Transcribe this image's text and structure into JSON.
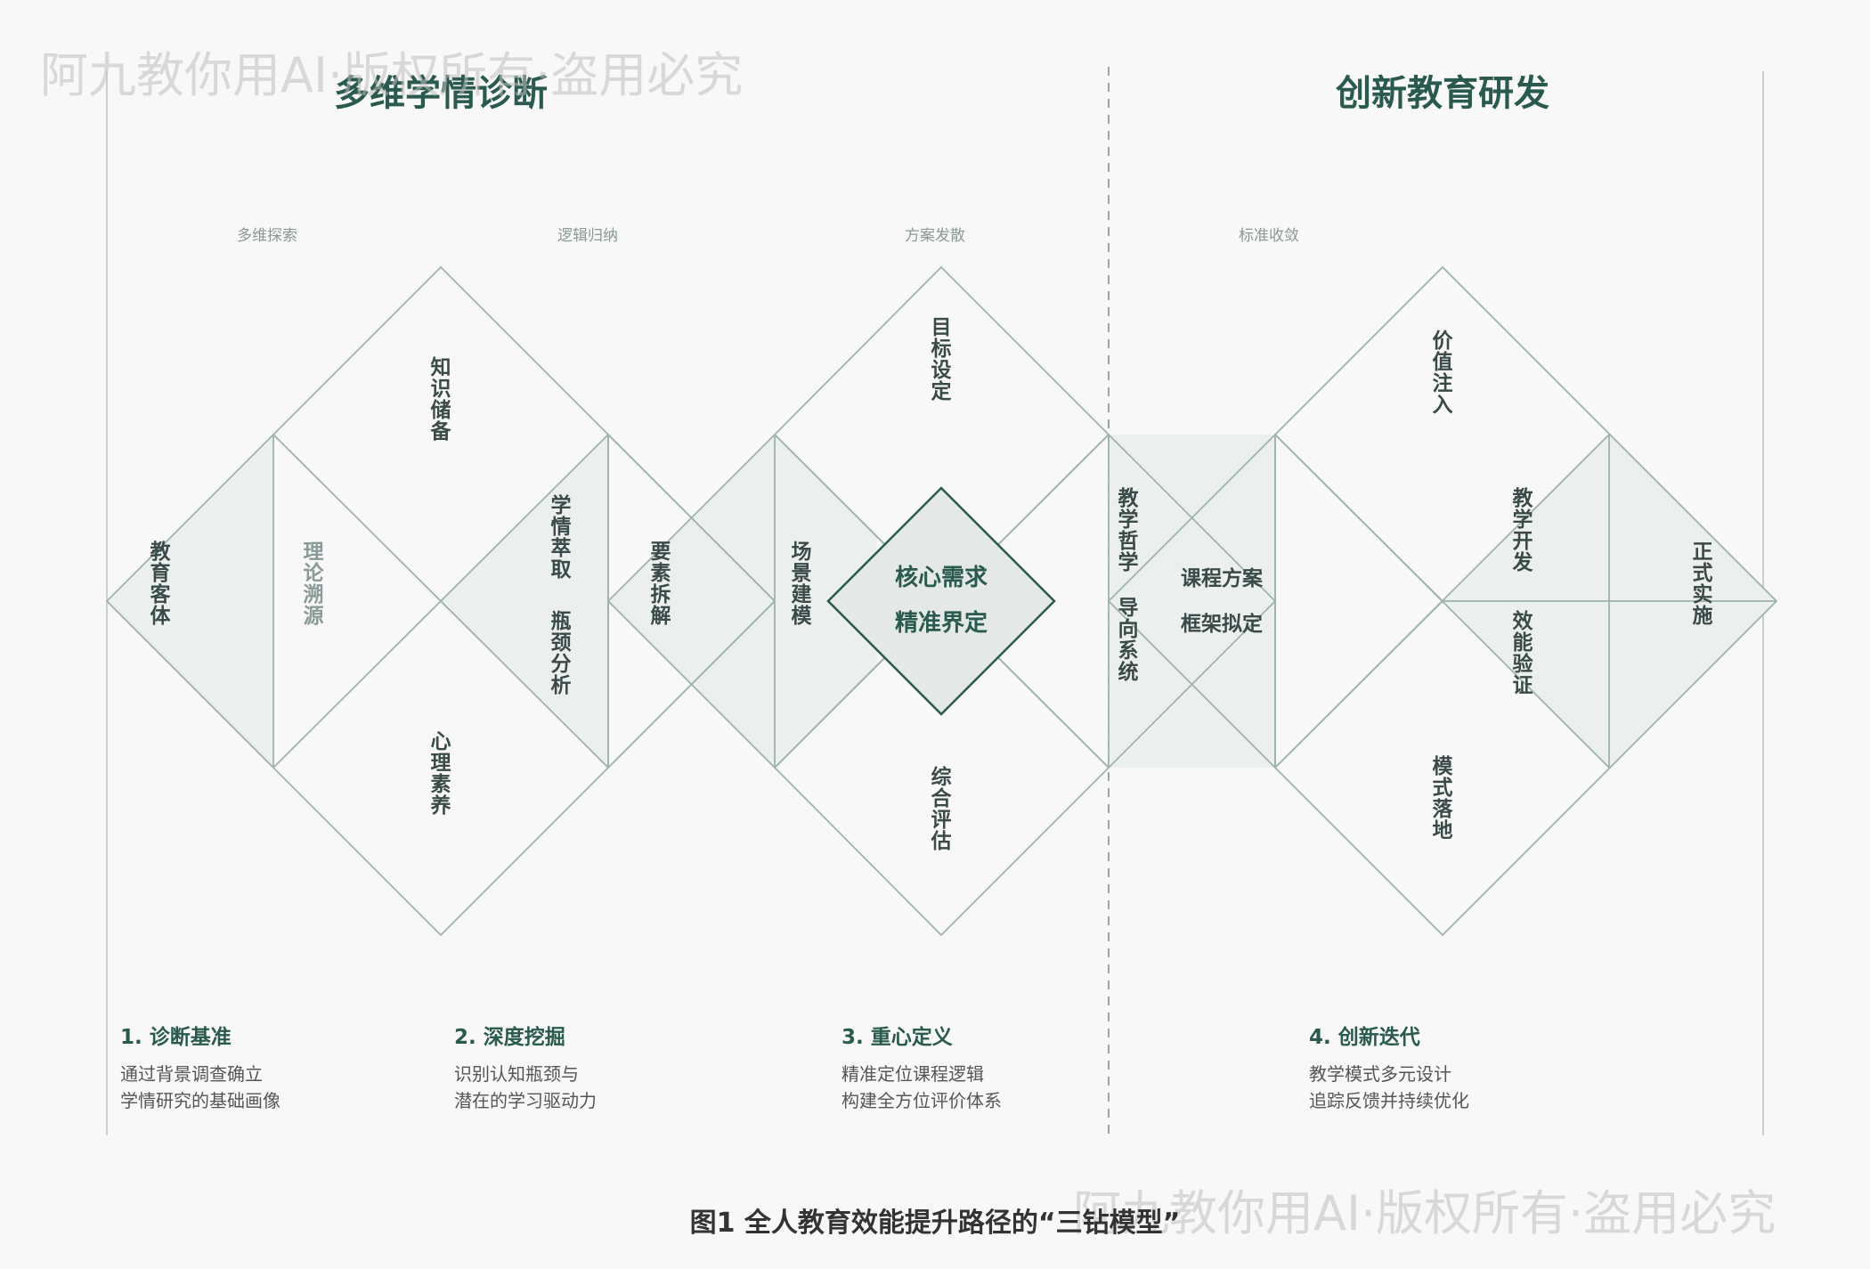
{
  "watermark": "阿九教你用AI·版权所有·盗用必究",
  "sections": {
    "left_title": "多维学情诊断",
    "right_title": "创新教育研发"
  },
  "phases": [
    "多维探索",
    "逻辑归纳",
    "方案发散",
    "标准收敛"
  ],
  "diamonds": {
    "d1": {
      "top": "知识储备",
      "left": "教育客体",
      "right": "学情萃取",
      "bottom": "心理素养",
      "inner": "理论溯源",
      "inner2": "瓶颈分析"
    },
    "d2": {
      "top": "目标设定",
      "left": "要素拆解",
      "right": "场景建模",
      "bottom": "综合评估"
    },
    "core": {
      "line1": "核心需求",
      "line2": "精准界定"
    },
    "d3": {
      "left1": "教学哲学",
      "left2": "导向系统",
      "mid1": "课程方案",
      "mid2": "框架拟定"
    },
    "d4": {
      "top": "价值注入",
      "right1": "教学开发",
      "right2": "效能验证",
      "far": "正式实施",
      "bottom": "模式落地"
    }
  },
  "steps": [
    {
      "title": "1. 诊断基准",
      "line1": "通过背景调查确立",
      "line2": "学情研究的基础画像"
    },
    {
      "title": "2. 深度挖掘",
      "line1": "识别认知瓶颈与",
      "line2": "潜在的学习驱动力"
    },
    {
      "title": "3. 重心定义",
      "line1": "精准定位课程逻辑",
      "line2": "构建全方位评价体系"
    },
    {
      "title": "4. 创新迭代",
      "line1": "教学模式多元设计",
      "line2": "追踪反馈并持续优化"
    }
  ],
  "caption": "图1 全人教育效能提升路径的“三钻模型”",
  "colors": {
    "accent": "#2a5a4d",
    "line": "#9fb3ad",
    "fill": "#eaeeec",
    "muted": "#7a8a88"
  }
}
